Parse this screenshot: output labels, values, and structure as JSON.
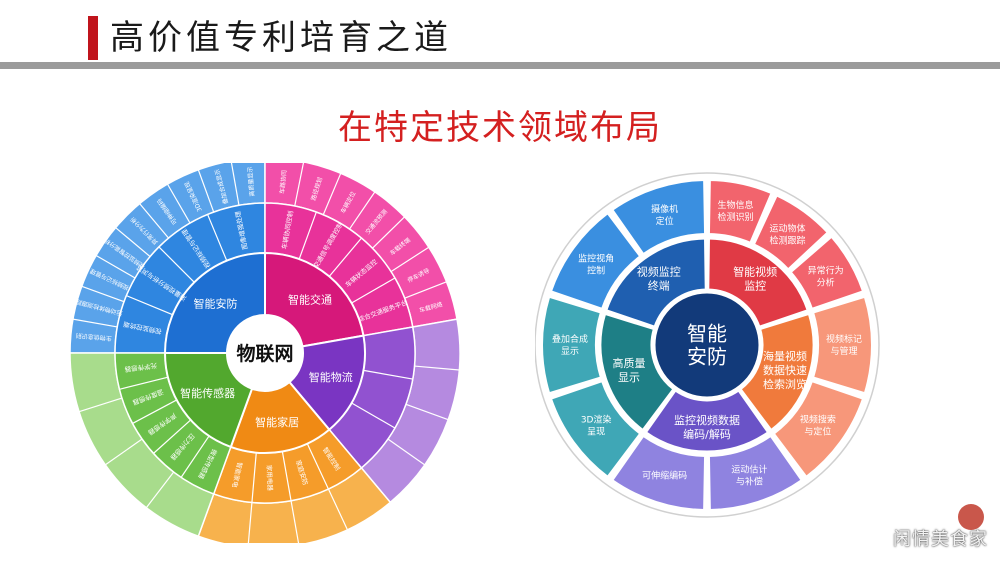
{
  "header": {
    "title": "高价值专利培育之道"
  },
  "subtitle": "在特定技术领域布局",
  "left_wheel": {
    "center": "物联网",
    "sectors": [
      {
        "label": "智能安防",
        "color": "#1e6fd2",
        "outer_color": "#5aa3ea",
        "ring_color": "#2f86e0",
        "middle": [
          "视频监控终端",
          "海量视频分析与浏览",
          "视频标记与管理",
          "图像增强处理"
        ],
        "outer": [
          "生物信息识别",
          "运动物体检测跟踪",
          "视频标记与管理",
          "视频监控智能分析",
          "异常行为分析",
          "可伸缩编码",
          "3D渲染呈现",
          "叠加合成显示",
          "高质量显示"
        ]
      },
      {
        "label": "智能交通",
        "color": "#d6187a",
        "outer_color": "#f24fa9",
        "ring_color": "#e8329a",
        "middle": [
          "车辆协同控制",
          "交通信号调度控制",
          "车辆状态监控",
          "综合交通服务平台"
        ],
        "outer": [
          "车路协同",
          "路径规划",
          "车辆定位",
          "交通流预测",
          "车载终端",
          "停车诱导",
          "车载网络"
        ]
      },
      {
        "label": "智能物流",
        "color": "#7a35c2",
        "outer_color": "#b58ae0",
        "ring_color": "#9152d0",
        "middle": [],
        "outer": []
      },
      {
        "label": "智能家居",
        "color": "#f08a14",
        "outer_color": "#f7b24d",
        "ring_color": "#f59c2a",
        "middle": [
          "智能控制",
          "家庭安防",
          "家用电器",
          "智能家电"
        ],
        "outer": []
      },
      {
        "label": "智能传感器",
        "color": "#52a82e",
        "outer_color": "#a8dc8c",
        "ring_color": "#6cc04a",
        "middle": [
          "微型传感器",
          "压力传感器",
          "声学传感器",
          "温度传感器",
          "光学传感器"
        ],
        "outer": []
      }
    ]
  },
  "right_wheel": {
    "center": [
      "智能",
      "安防"
    ],
    "sectors": [
      {
        "inner": [
          "视频监控",
          "终端"
        ],
        "color": "#1f5fb0",
        "outer_color": "#3a8fe0",
        "outer": [
          [
            "监控视角",
            "控制"
          ],
          [
            "摄像机",
            "定位"
          ]
        ]
      },
      {
        "inner": [
          "智能视频",
          "监控"
        ],
        "color": "#e03a45",
        "outer_color": "#f2646d",
        "outer": [
          [
            "生物信息",
            "检测识别"
          ],
          [
            "运动物体",
            "检测跟踪"
          ],
          [
            "异常行为",
            "分析"
          ]
        ]
      },
      {
        "inner": [
          "海量视频",
          "数据快速",
          "检索浏览"
        ],
        "color": "#f07a3c",
        "outer_color": "#f7977a",
        "outer": [
          [
            "视频标记",
            "与管理"
          ],
          [
            "视频搜索",
            "与定位"
          ]
        ]
      },
      {
        "inner": [
          "监控视频数据",
          "编码/解码"
        ],
        "color": "#6a53c7",
        "outer_color": "#8f83e0",
        "outer": [
          [
            "运动估计",
            "与补偿"
          ],
          [
            "可伸缩编码"
          ]
        ]
      },
      {
        "inner": [
          "高质量",
          "显示"
        ],
        "color": "#1e7f86",
        "outer_color": "#3fa7b6",
        "outer": [
          [
            "3D渲染",
            "呈现"
          ],
          [
            "叠加合成",
            "显示"
          ]
        ]
      }
    ]
  },
  "watermark": "闲情美食家"
}
